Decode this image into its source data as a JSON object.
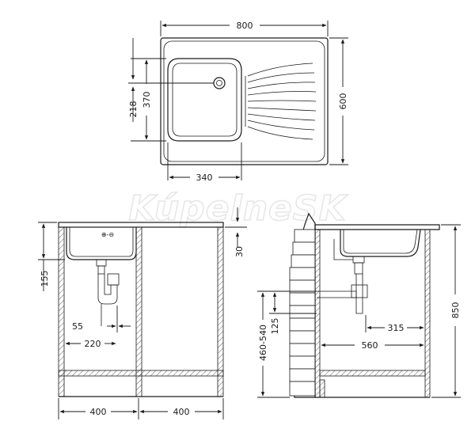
{
  "watermark": "KúpelneSK",
  "top_view": {
    "width_label": "800",
    "depth_label": "600",
    "bowl_depth_label": "370",
    "drain_offset_label": "218",
    "bowl_width_label": "340"
  },
  "front_view": {
    "bowl_height_label": "155",
    "rim_label": "30",
    "drain_x_label": "55",
    "drain_offset_label": "220",
    "left_cabinet_label": "400",
    "right_cabinet_label": "400"
  },
  "side_view": {
    "pipe_height_label": "460-540",
    "pipe_spacing_label": "125",
    "total_height_label": "850",
    "drain_depth_label": "315",
    "pipe_depth_label": "560"
  },
  "colors": {
    "line": "#1a1a1a",
    "watermark": "#e6e6e6"
  }
}
